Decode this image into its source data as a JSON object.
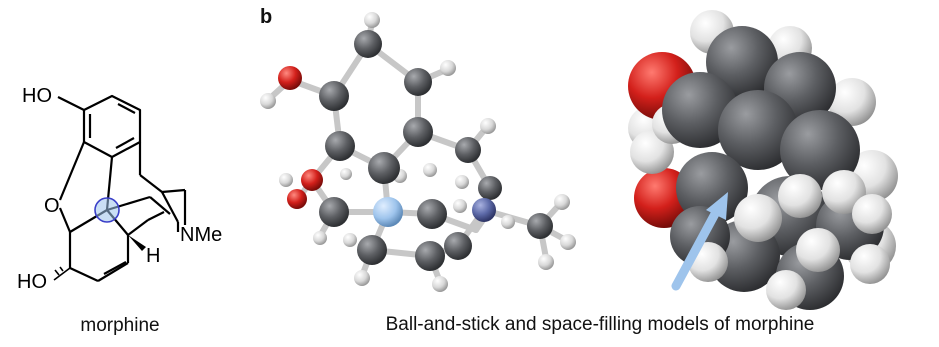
{
  "structure": {
    "labels": {
      "ho_top": "HO",
      "o_ring": "O",
      "nme": "NMe",
      "h": "H",
      "ho_bottom": "HO"
    },
    "caption": "morphine"
  },
  "panel_b": {
    "label": "b",
    "caption": "Ball-and-stick and space-filling models of morphine"
  },
  "colors": {
    "carbon": "#5d5f63",
    "hydrogen": "#dcdcdc",
    "oxygen": "#d3201b",
    "nitrogen": "#5d6aa8",
    "highlight": "#9ec4ec",
    "arrow": "#9ec4ec"
  }
}
